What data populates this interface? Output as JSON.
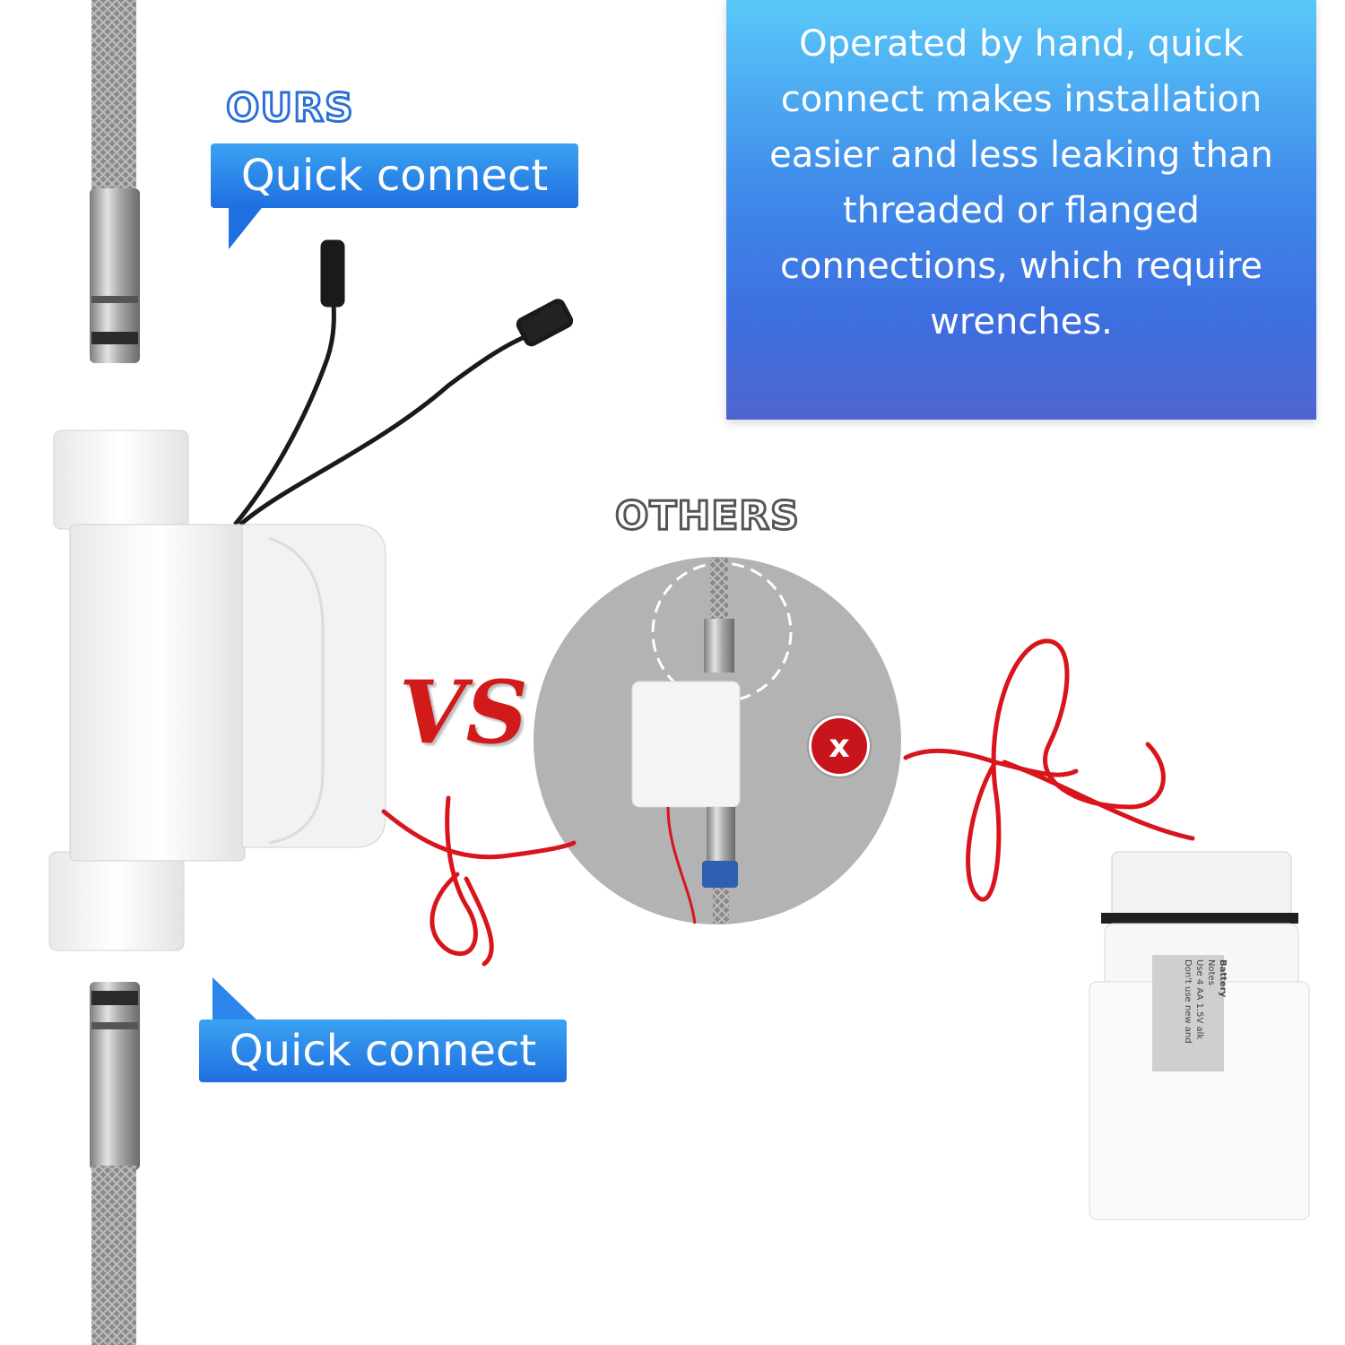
{
  "info_box": {
    "text": "Operated by hand, quick connect makes installation easier and less leaking than threaded or flanged connections, which require wrenches."
  },
  "ours_label": "OURS",
  "others_label": "OTHERS",
  "vs_label": "VS",
  "quick_connect_top": "Quick connect",
  "quick_connect_bottom": "Quick connect",
  "x_mark": "x",
  "battery_label": {
    "title": "Battery",
    "notes": "Notes",
    "line1": "Use 4 AA 1.5V alk",
    "line2": "Don't use new and"
  },
  "colors": {
    "accent_blue": "#1f6fe0",
    "vs_red": "#d11a1a",
    "wire_red": "#d8141c",
    "x_red": "#c8151b"
  }
}
